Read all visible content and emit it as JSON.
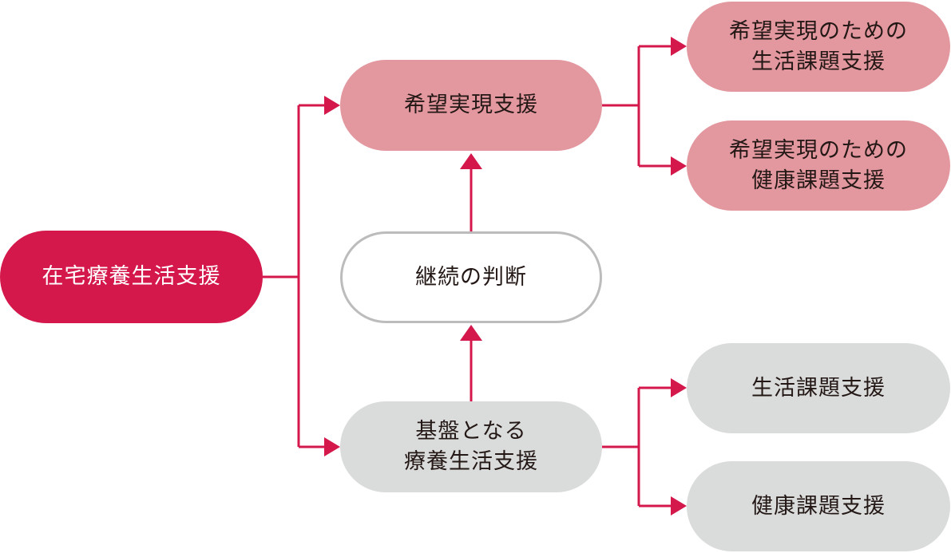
{
  "colors": {
    "root_fill": "#d4184b",
    "hope_fill": "#e3979f",
    "base_fill": "#dadbdb",
    "judgment_border": "#bcbcbc",
    "connector": "#d4184b",
    "text": "#231815",
    "root_text": "#ffffff"
  },
  "nodes": {
    "root": "在宅療養生活支援",
    "hope": "希望実現支援",
    "hope_life": "希望実現のための\n生活課題支援",
    "hope_health": "希望実現のための\n健康課題支援",
    "judgment": "継続の判断",
    "base": "基盤となる\n療養生活支援",
    "base_life": "生活課題支援",
    "base_health": "健康課題支援"
  }
}
